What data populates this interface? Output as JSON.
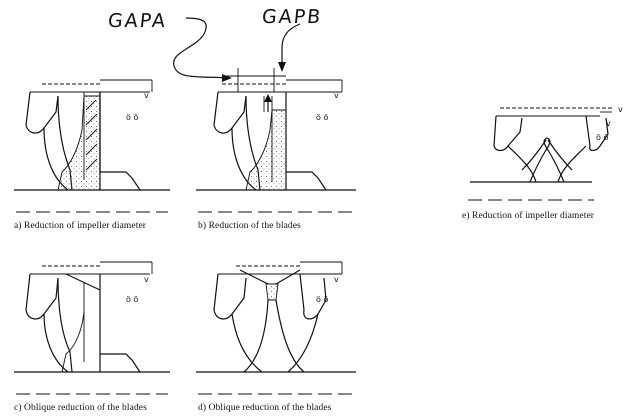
{
  "annotations": {
    "gap_a": "GAPA",
    "gap_b": "GAPB"
  },
  "captions": {
    "a": "a) Reduction of impeller diameter",
    "b": "b) Reduction of the blades",
    "c": "c) Oblique reduction of the blades",
    "d": "d) Oblique reduction of the blades",
    "e": "e) Reduction of impeller diameter"
  },
  "symbols": {
    "v": "v",
    "sub": "ö  ö"
  }
}
